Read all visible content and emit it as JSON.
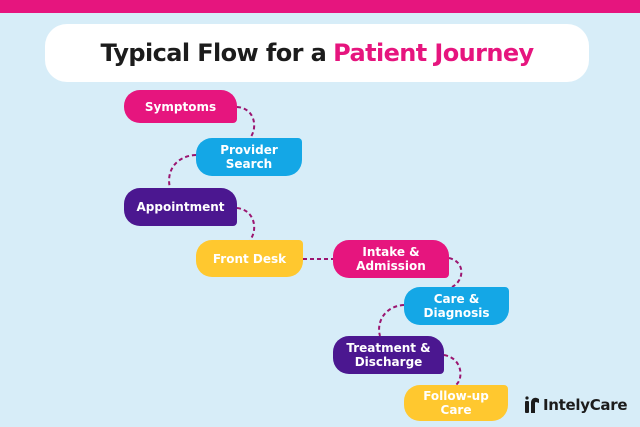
{
  "title": {
    "part1": "Typical Flow for a",
    "part2": "Patient Journey"
  },
  "steps": [
    {
      "label": "Symptoms",
      "color": "#e6157e"
    },
    {
      "label": "Provider Search",
      "color": "#14a7e6"
    },
    {
      "label": "Appointment",
      "color": "#4b1790"
    },
    {
      "label": "Front Desk",
      "color": "#ffc82f"
    },
    {
      "label": "Intake & Admission",
      "color": "#e6157e"
    },
    {
      "label": "Care & Diagnosis",
      "color": "#14a7e6"
    },
    {
      "label": "Treatment & Discharge",
      "color": "#4b1790"
    },
    {
      "label": "Follow-up Care",
      "color": "#ffc82f"
    }
  ],
  "logo": {
    "text": "IntelyCare"
  },
  "colors": {
    "accent": "#e6157e",
    "connector": "#9b1570",
    "background": "#d7edf8"
  }
}
